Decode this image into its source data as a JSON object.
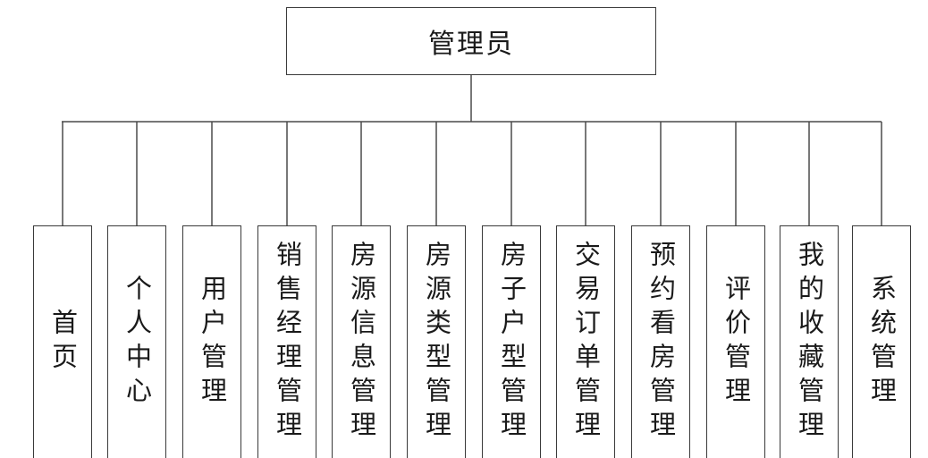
{
  "diagram": {
    "root": {
      "label": "管理员"
    },
    "children": [
      {
        "label": "首页"
      },
      {
        "label": "个人中心"
      },
      {
        "label": "用户管理"
      },
      {
        "label": "销售经理管理"
      },
      {
        "label": "房源信息管理"
      },
      {
        "label": "房源类型管理"
      },
      {
        "label": "房子户型管理"
      },
      {
        "label": "交易订单管理"
      },
      {
        "label": "预约看房管理"
      },
      {
        "label": "评价管理"
      },
      {
        "label": "我的收藏管理"
      },
      {
        "label": "系统管理"
      }
    ]
  }
}
